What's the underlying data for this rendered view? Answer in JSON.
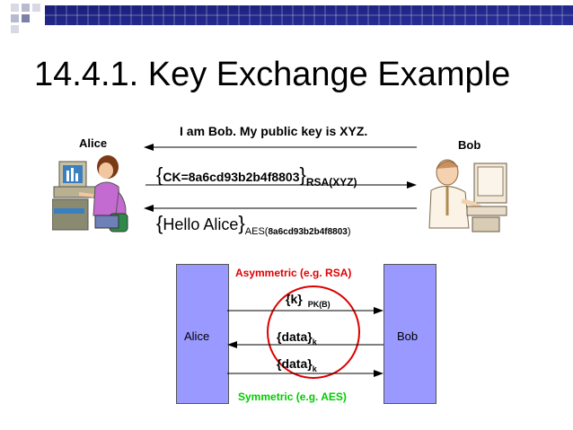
{
  "slide": {
    "title": "14.4.1. Key Exchange Example"
  },
  "top_scene": {
    "alice_label": "Alice",
    "bob_label": "Bob",
    "message1": "I am Bob.  My public key is XYZ.",
    "message2": {
      "open_brace": "{",
      "content": "CK=8a6cd93b2b4f8803",
      "close_brace": "}",
      "subscript": "RSA(XYZ)"
    },
    "message3": {
      "open_brace": "{",
      "content": "Hello Alice",
      "close_brace": "}",
      "subscript_prefix": "AES(",
      "subscript_key": "8a6cd93b2b4f8803",
      "subscript_suffix": ")"
    }
  },
  "diagram": {
    "alice_box_label": "Alice",
    "bob_box_label": "Bob",
    "asymmetric_label": "Asymmetric  (e.g. RSA)",
    "symmetric_label": "Symmetric (e.g. AES)",
    "key_msg": {
      "text": "{k}",
      "subscript": "PK(B)"
    },
    "data_msg_1": {
      "text": "{data}",
      "subscript": "k"
    },
    "data_msg_2": {
      "text": "{data}",
      "subscript": "k"
    },
    "colors": {
      "box_fill": "#9999ff",
      "asymmetric": "#e00000",
      "symmetric": "#00cc00",
      "ellipse": "#dd0000"
    }
  },
  "icons": {
    "alice_clipart": "woman-at-computer-icon",
    "bob_clipart": "man-at-computer-icon"
  }
}
